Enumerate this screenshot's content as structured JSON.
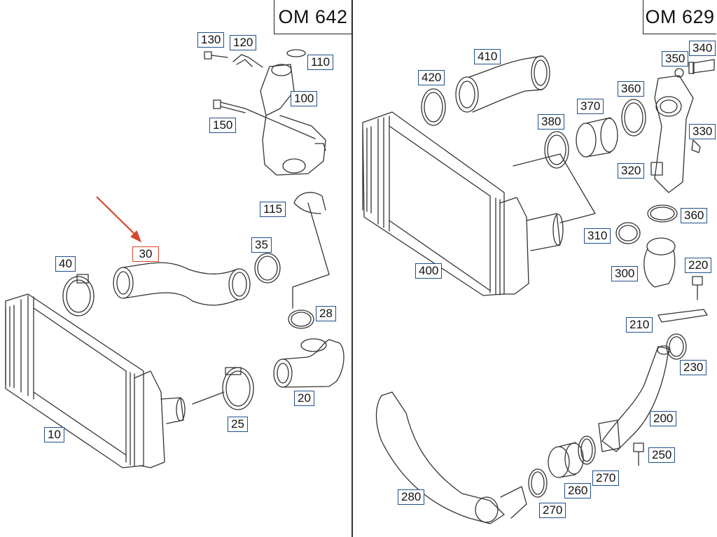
{
  "panels": {
    "left_engine": "OM 642",
    "right_engine": "OM 629"
  },
  "colors": {
    "callout_border": "#1f4f8a",
    "highlight": "#d8452b",
    "line": "#333333"
  },
  "highlighted_part": "30",
  "callouts_left": {
    "p130": "130",
    "p120": "120",
    "p110": "110",
    "p100": "100",
    "p150": "150",
    "p115": "115",
    "p30": "30",
    "p35": "35",
    "p40": "40",
    "p28": "28",
    "p20": "20",
    "p25": "25",
    "p10": "10"
  },
  "callouts_right": {
    "p410": "410",
    "p420": "420",
    "p350": "350",
    "p340": "340",
    "p360a": "360",
    "p370": "370",
    "p380": "380",
    "p330": "330",
    "p320": "320",
    "p360b": "360",
    "p310": "310",
    "p300": "300",
    "p400": "400",
    "p220": "220",
    "p210": "210",
    "p230": "230",
    "p200": "200",
    "p250": "250",
    "p270a": "270",
    "p260": "260",
    "p270b": "270",
    "p280": "280"
  }
}
